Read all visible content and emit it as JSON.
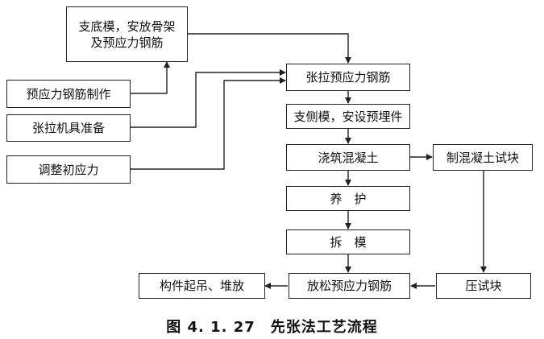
{
  "nodes": {
    "form_frame": [
      "支底模，安放骨架",
      "及预应力钢筋"
    ],
    "make_tendon": "预应力钢筋制作",
    "tension_tools": "张拉机具准备",
    "adjust_stress": "调整初应力",
    "tension": "张拉预应力钢筋",
    "side_form": "支侧模，安设预埋件",
    "pour": "浇筑混凝土",
    "specimen": "制混凝土试块",
    "cure": "养　护",
    "demold": "拆　模",
    "press_test": "压试块",
    "release": "放松预应力钢筋",
    "hoist": "构件起吊、堆放"
  },
  "caption": "图 4. 1. 27　先张法工艺流程"
}
